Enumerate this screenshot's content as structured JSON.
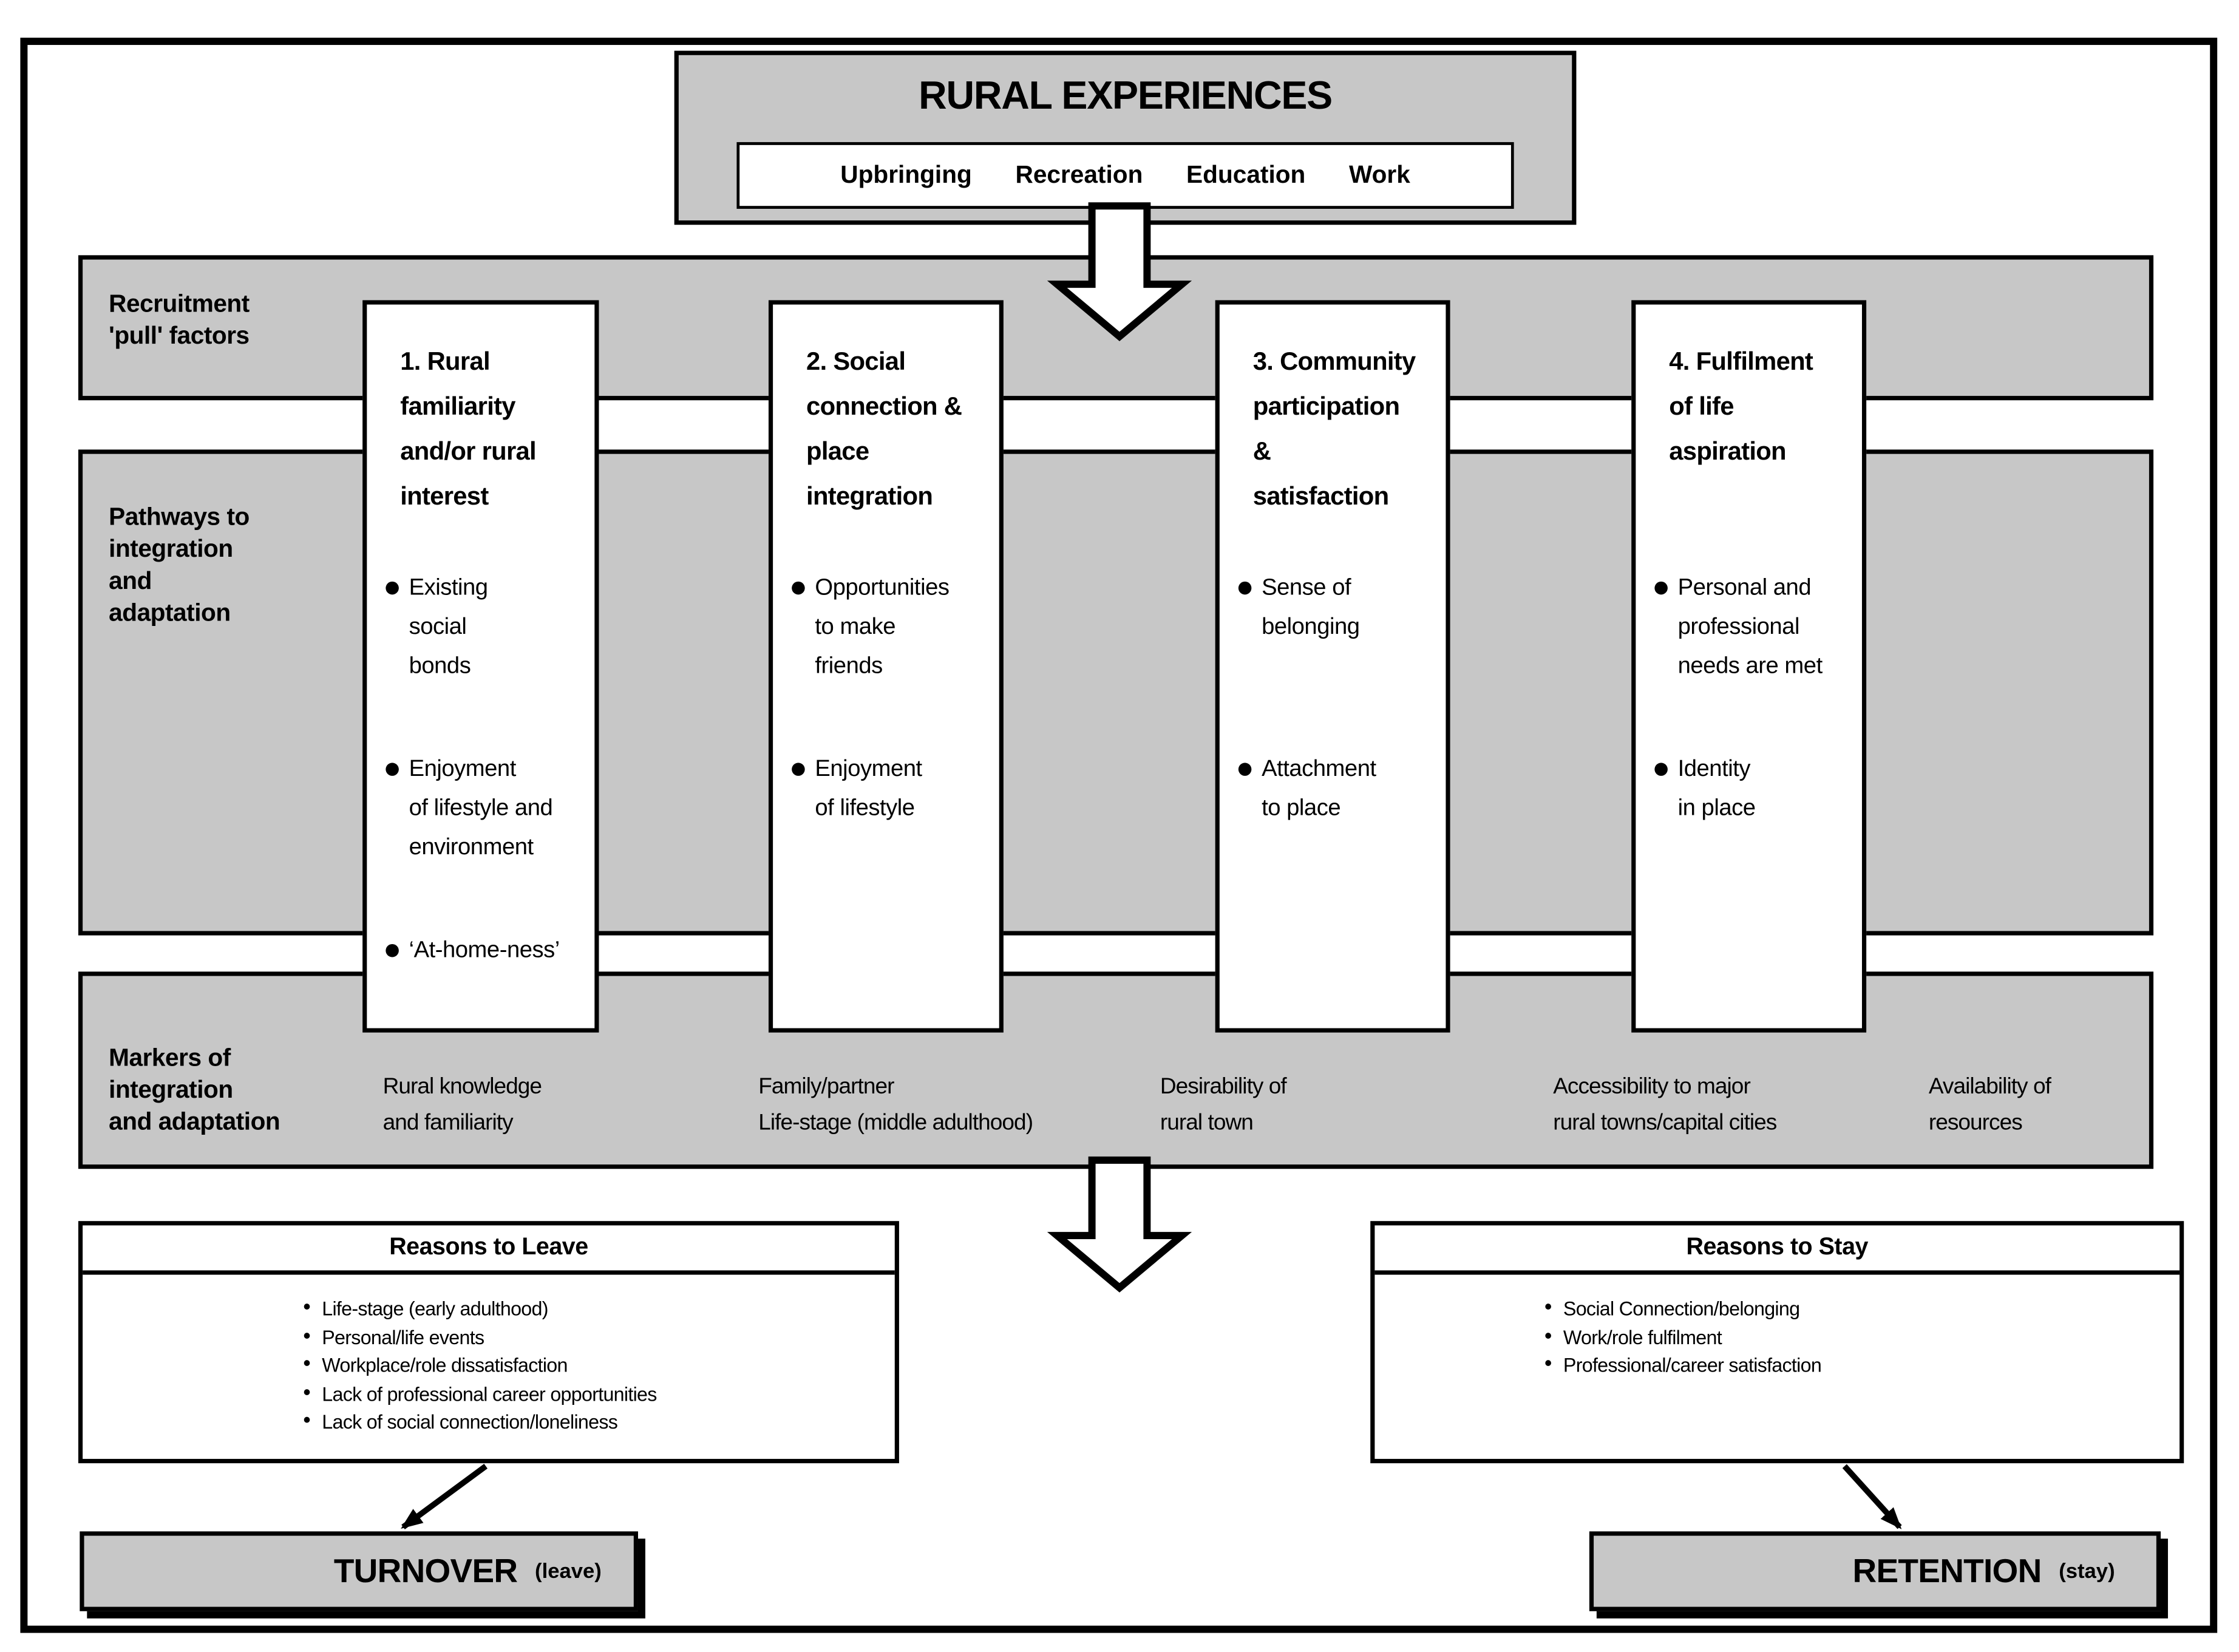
{
  "colors": {
    "band_gray": "#c7c7c7",
    "box_white": "#ffffff",
    "line_black": "#000000"
  },
  "top_box": {
    "title": "RURAL EXPERIENCES",
    "experiences": [
      "Upbringing",
      "Recreation",
      "Education",
      "Work"
    ]
  },
  "bands": {
    "recruitment": {
      "label": "Recruitment\n'pull' factors"
    },
    "pathways": {
      "label": "Pathways to\nintegration\nand\nadaptation"
    },
    "markers": {
      "label": "Markers of\nintegration\nand adaptation"
    }
  },
  "columns": [
    {
      "title": "1. Rural\nfamiliarity\nand/or rural\ninterest",
      "bullets": [
        "Existing\nsocial\nbonds",
        "Enjoyment\nof lifestyle and\nenvironment",
        "‘At-home-ness’"
      ]
    },
    {
      "title": "2. Social\nconnection &\nplace\nintegration",
      "bullets": [
        "Opportunities\nto make\nfriends",
        "Enjoyment\nof lifestyle"
      ]
    },
    {
      "title": "3. Community\nparticipation\n&\nsatisfaction",
      "bullets": [
        "Sense of\nbelonging",
        "Attachment\nto place"
      ]
    },
    {
      "title": "4. Fulfilment\nof life\naspiration",
      "bullets": [
        "Personal and\nprofessional\nneeds are met",
        "Identity\nin place"
      ]
    }
  ],
  "markers_row": [
    "Rural knowledge\nand familiarity",
    "Family/partner\nLife-stage (middle adulthood)",
    "Desirability of\nrural town",
    "Accessibility to major\nrural towns/capital cities",
    "Availability of\nresources"
  ],
  "reasons_to_leave": {
    "title": "Reasons to Leave",
    "bullets": [
      "Life-stage (early adulthood)",
      "Personal/life events",
      "Workplace/role dissatisfaction",
      "Lack of professional career opportunities",
      "Lack of social connection/loneliness"
    ]
  },
  "reasons_to_stay": {
    "title": "Reasons to Stay",
    "bullets": [
      "Social Connection/belonging",
      "Work/role fulfilment",
      "Professional/career satisfaction"
    ]
  },
  "outcomes": {
    "turnover": {
      "label": "TURNOVER",
      "qualifier": "(leave)"
    },
    "retention": {
      "label": "RETENTION",
      "qualifier": "(stay)"
    }
  }
}
